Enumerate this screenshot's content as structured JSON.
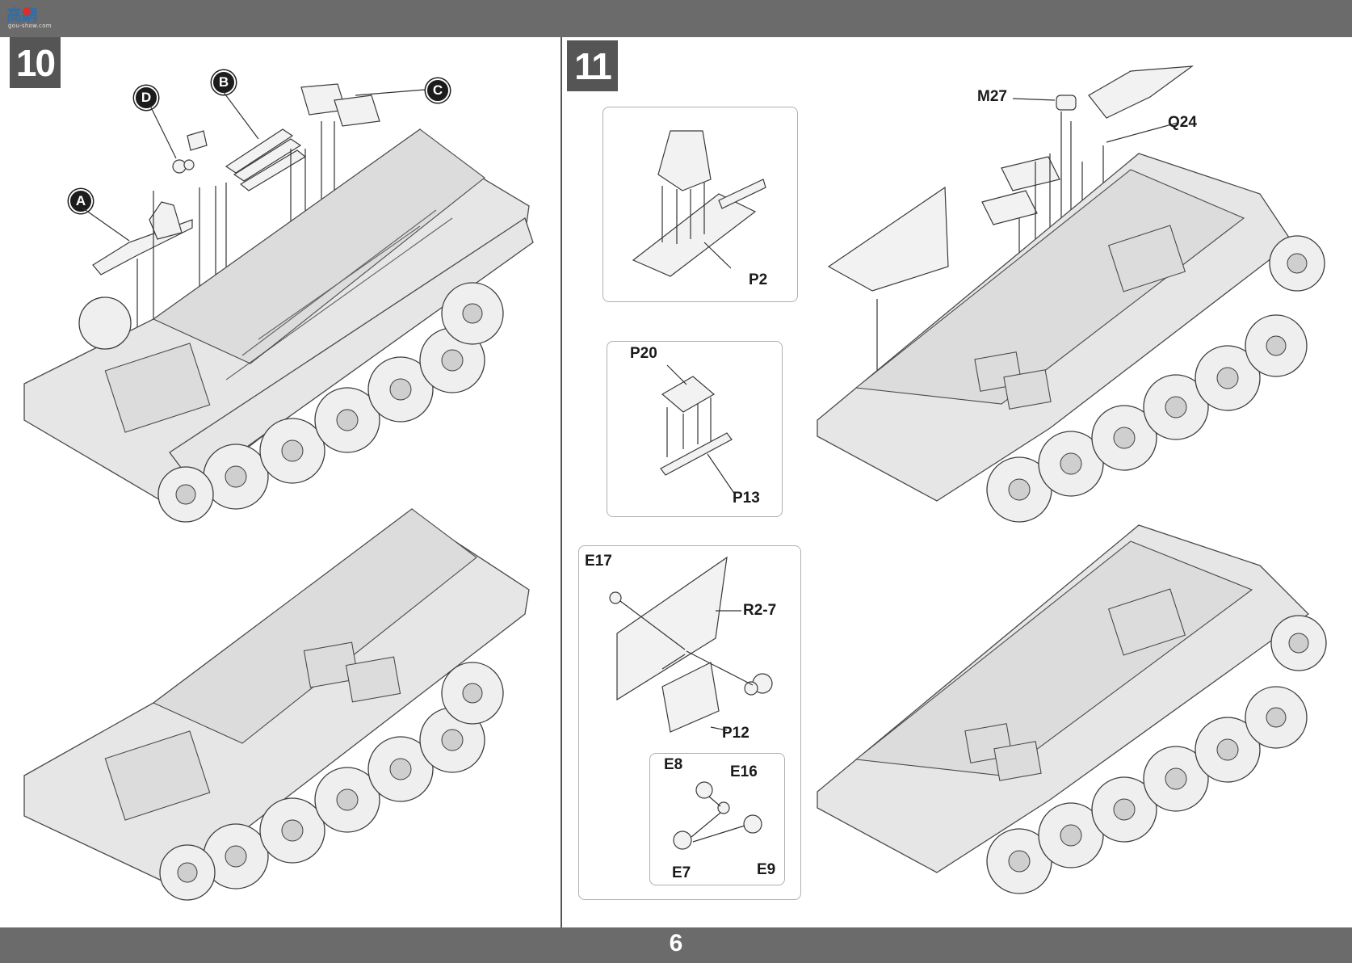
{
  "header": {
    "logo_main": "高網",
    "logo_sub": "gou-show.com"
  },
  "footer": {
    "page_number": "6"
  },
  "step10": {
    "number": "10",
    "callouts": [
      "A",
      "B",
      "C",
      "D"
    ]
  },
  "step11": {
    "number": "11",
    "labels": {
      "m27": "M27",
      "q24": "Q24",
      "p2": "P2",
      "p20": "P20",
      "p13": "P13",
      "e17": "E17",
      "r27": "R2-7",
      "p12": "P12",
      "e8": "E8",
      "e16": "E16",
      "e7": "E7",
      "e9": "E9"
    }
  },
  "colors": {
    "bar": "#6b6b6b",
    "step_box": "#555555",
    "callout": "#1c1c1c",
    "logo_blue": "#2a6fb0",
    "logo_red": "#d9302a"
  }
}
